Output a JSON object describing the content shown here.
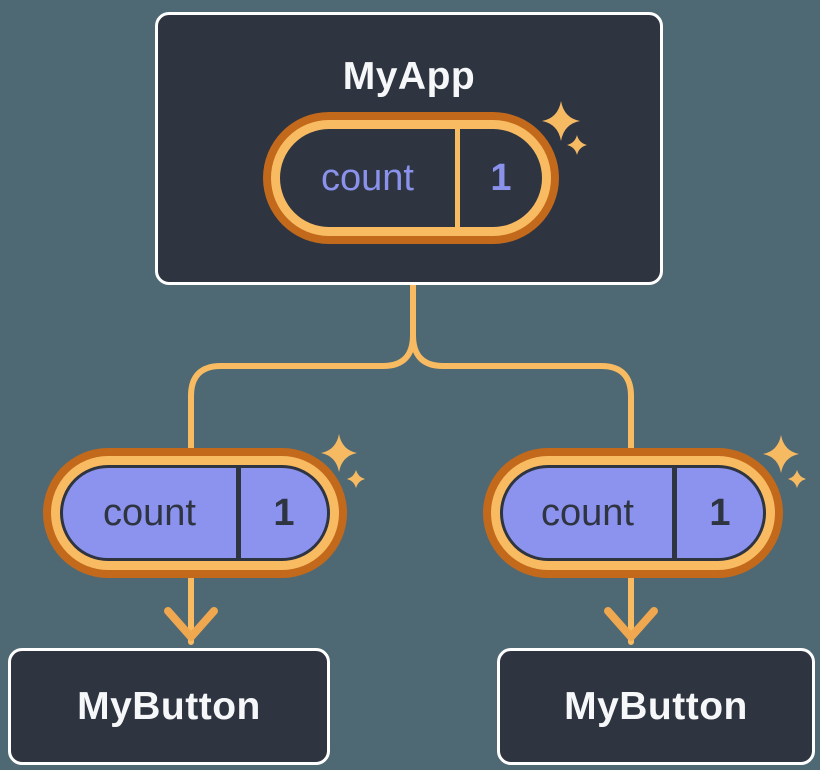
{
  "app": {
    "title": "MyApp",
    "state": {
      "label": "count",
      "value": "1"
    }
  },
  "children": [
    {
      "title": "MyButton",
      "prop": {
        "label": "count",
        "value": "1"
      }
    },
    {
      "title": "MyButton",
      "prop": {
        "label": "count",
        "value": "1"
      }
    }
  ],
  "colors": {
    "background": "#4E6973",
    "box_fill": "#2E3440",
    "box_border": "#FFFFFF",
    "title_text": "#F6F7F9",
    "pill_outer_ring": "#C2691C",
    "pill_inner_ring": "#F8BB62",
    "state_text": "#8A92EC",
    "prop_pill_fill": "#8B93EE",
    "prop_text": "#2E3440",
    "connector_line": "#F8BB62",
    "arrowhead": "#EFA850",
    "sparkle": "#F6BA62"
  }
}
